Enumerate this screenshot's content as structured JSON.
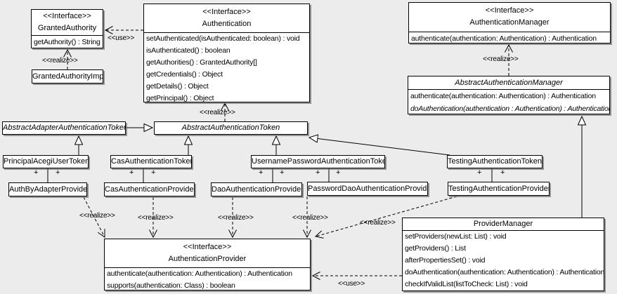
{
  "diagram": {
    "background_color": "#ececec",
    "box_fill": "#ffffff",
    "line_color": "#000000"
  },
  "labels": {
    "use": "<<use>>",
    "realize": "<<realize>>",
    "plus": "+"
  },
  "classes": {
    "granted_authority": {
      "stereotype": "<<Interface>>",
      "name": "GrantedAuthority",
      "methods": [
        "getAuthority() : String"
      ]
    },
    "granted_authority_impl": {
      "name": "GrantedAuthorityImpl"
    },
    "authentication": {
      "stereotype": "<<Interface>>",
      "name": "Authentication",
      "methods": [
        "setAuthenticated(isAuthenticated: boolean) : void",
        "isAuthenticated() : boolean",
        "getAuthorities() : GrantedAuthority[]",
        "getCredentials() : Object",
        "getDetails() : Object",
        "getPrincipal() : Object"
      ]
    },
    "authentication_manager": {
      "stereotype": "<<Interface>>",
      "name": "AuthenticationManager",
      "methods": [
        "authenticate(authentication: Authentication) : Authentication"
      ]
    },
    "abstract_authentication_manager": {
      "name": "AbstractAuthenticationManager",
      "methods": [
        "authenticate(authentication: Authentication) : Authentication",
        "doAuthentication(authentication : Authentication) : Authentication"
      ]
    },
    "abstract_adapter_authentication_token": {
      "name": "AbstractAdapterAuthenticationToken"
    },
    "abstract_authentication_token": {
      "name": "AbstractAuthenticationToken"
    },
    "principal_acegi_user_token": {
      "name": "PrincipalAcegiUserToken"
    },
    "cas_authentication_token": {
      "name": "CasAuthenticationToken"
    },
    "username_password_authentication_token": {
      "name": "UsernamePasswordAuthenticationToken"
    },
    "testing_authentication_token": {
      "name": "TestingAuthenticationToken"
    },
    "auth_by_adapter_provider": {
      "name": "AuthByAdapterProvider"
    },
    "cas_authentication_provider": {
      "name": "CasAuthenticationProvider"
    },
    "dao_authentication_provider": {
      "name": "DaoAuthenticationProvider"
    },
    "password_dao_authentication_provider": {
      "name": "PasswordDaoAuthenticationProvider"
    },
    "testing_authentication_provider": {
      "name": "TestingAuthenticationProvider"
    },
    "authentication_provider": {
      "stereotype": "<<Interface>>",
      "name": "AuthenticationProvider",
      "methods": [
        "authenticate(authentication: Authentication) : Authentication",
        "supports(authentication: Class) : boolean"
      ]
    },
    "provider_manager": {
      "name": "ProviderManager",
      "methods": [
        "setProviders(newList: List) : void",
        "getProviders() : List",
        "afterPropertiesSet() : void",
        "doAuthentication(authentication: Authentication) : Authentication",
        "checkIfValidList(listToCheck: List) : void"
      ]
    }
  },
  "relationships": [
    {
      "type": "realize",
      "from": "GrantedAuthorityImpl",
      "to": "GrantedAuthority",
      "label": "<<realize>>"
    },
    {
      "type": "use",
      "from": "Authentication",
      "to": "GrantedAuthority",
      "label": "<<use>>"
    },
    {
      "type": "realize",
      "from": "AbstractAuthenticationToken",
      "to": "Authentication",
      "label": "<<realize>>"
    },
    {
      "type": "generalization",
      "from": "AbstractAdapterAuthenticationToken",
      "to": "AbstractAuthenticationToken"
    },
    {
      "type": "generalization",
      "from": "PrincipalAcegiUserToken",
      "to": "AbstractAdapterAuthenticationToken"
    },
    {
      "type": "generalization",
      "from": "CasAuthenticationToken",
      "to": "AbstractAuthenticationToken"
    },
    {
      "type": "generalization",
      "from": "UsernamePasswordAuthenticationToken",
      "to": "AbstractAuthenticationToken"
    },
    {
      "type": "generalization",
      "from": "TestingAuthenticationToken",
      "to": "AbstractAuthenticationToken"
    },
    {
      "type": "realize",
      "from": "AbstractAuthenticationManager",
      "to": "AuthenticationManager",
      "label": "<<realize>>"
    },
    {
      "type": "generalization",
      "from": "ProviderManager",
      "to": "AbstractAuthenticationManager"
    },
    {
      "type": "association",
      "from": "PrincipalAcegiUserToken",
      "to": "AuthByAdapterProvider",
      "multiplicity": [
        "+",
        "+"
      ]
    },
    {
      "type": "association",
      "from": "CasAuthenticationToken",
      "to": "CasAuthenticationProvider",
      "multiplicity": [
        "+",
        "+"
      ]
    },
    {
      "type": "association",
      "from": "UsernamePasswordAuthenticationToken",
      "to": "DaoAuthenticationProvider",
      "multiplicity": [
        "+",
        "+"
      ]
    },
    {
      "type": "association",
      "from": "UsernamePasswordAuthenticationToken",
      "to": "PasswordDaoAuthenticationProvider",
      "multiplicity": [
        "+",
        "+"
      ]
    },
    {
      "type": "association",
      "from": "TestingAuthenticationToken",
      "to": "TestingAuthenticationProvider",
      "multiplicity": [
        "+",
        "+"
      ]
    },
    {
      "type": "realize",
      "from": "AuthByAdapterProvider",
      "to": "AuthenticationProvider",
      "label": "<<realize>>"
    },
    {
      "type": "realize",
      "from": "CasAuthenticationProvider",
      "to": "AuthenticationProvider",
      "label": "<<realize>>"
    },
    {
      "type": "realize",
      "from": "DaoAuthenticationProvider",
      "to": "AuthenticationProvider",
      "label": "<<realize>>"
    },
    {
      "type": "realize",
      "from": "PasswordDaoAuthenticationProvider",
      "to": "AuthenticationProvider",
      "label": "<<realize>>"
    },
    {
      "type": "realize",
      "from": "TestingAuthenticationProvider",
      "to": "AuthenticationProvider",
      "label": "<<realize>>"
    },
    {
      "type": "use",
      "from": "ProviderManager",
      "to": "AuthenticationProvider",
      "label": "<<use>>"
    }
  ]
}
